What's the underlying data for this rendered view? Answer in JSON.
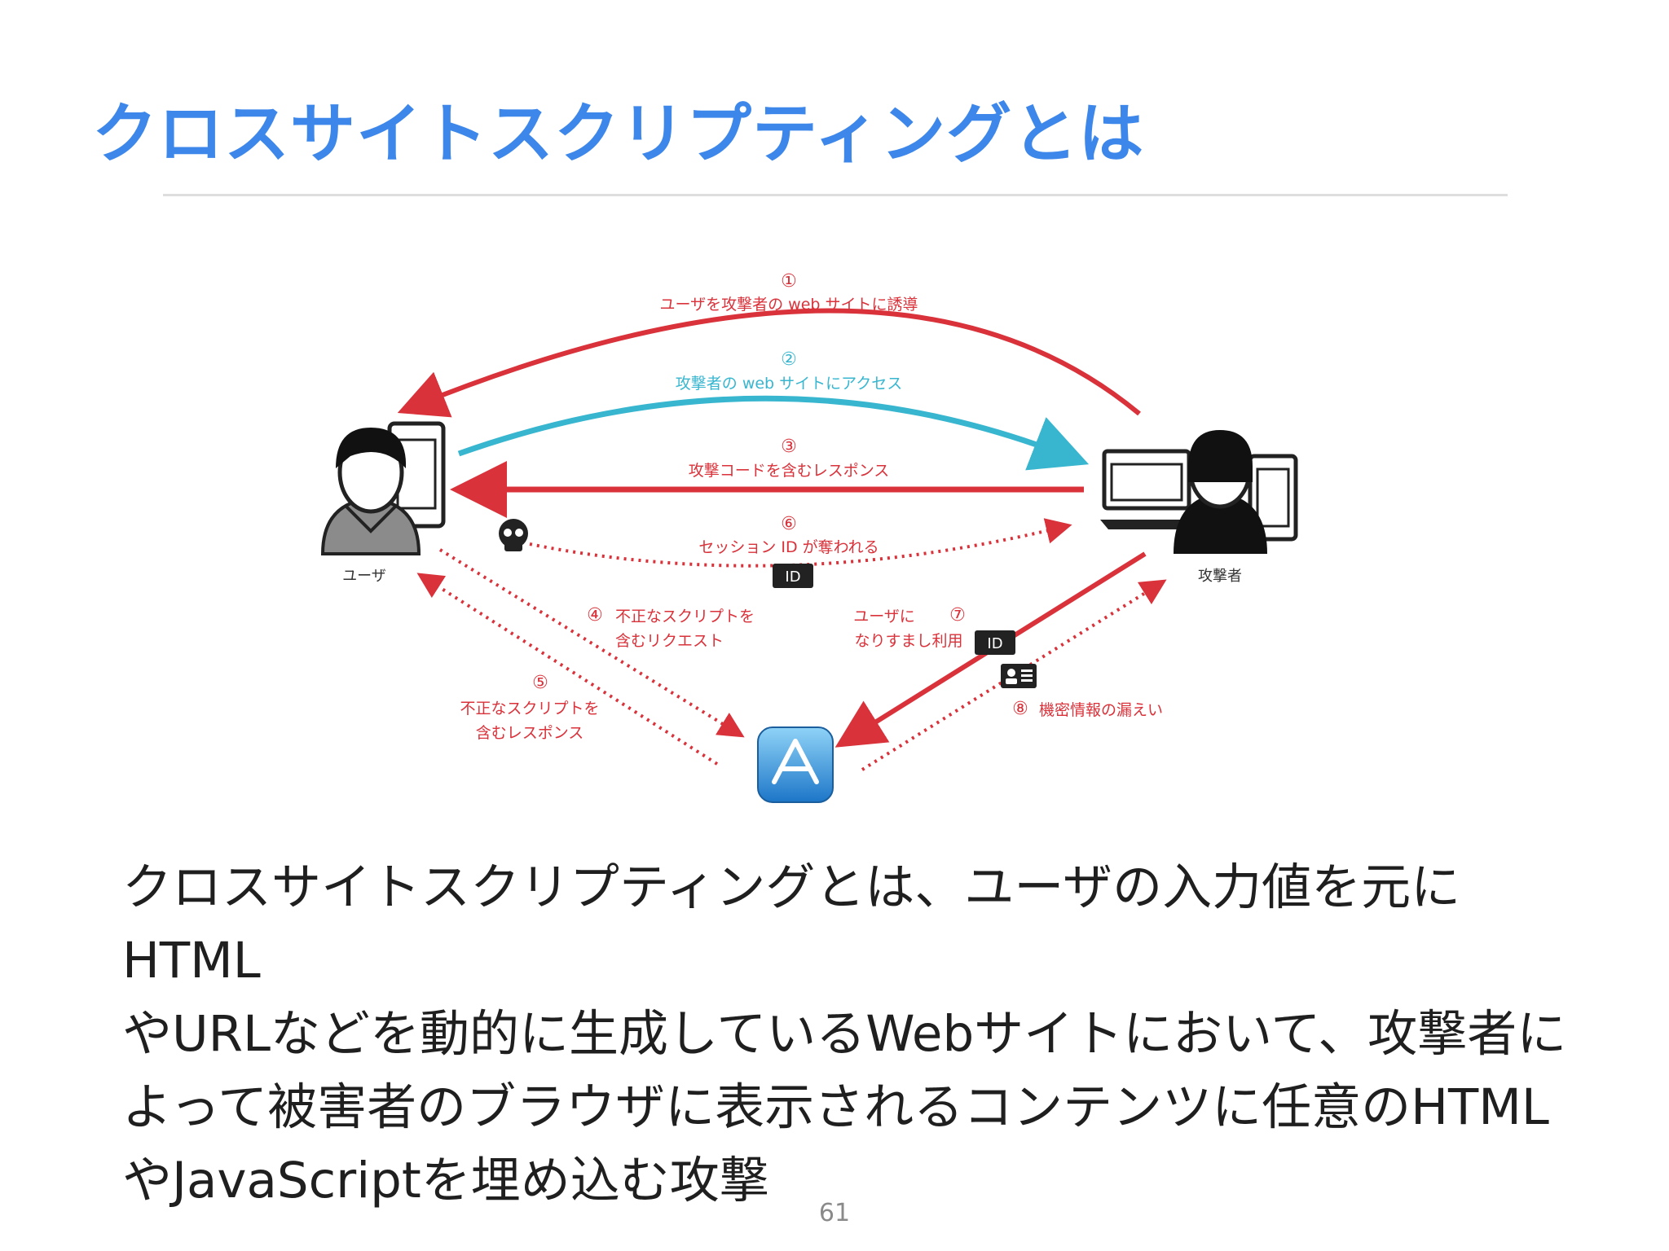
{
  "slide": {
    "title": "クロスサイトスクリプティングとは",
    "body_lines": [
      "クロスサイトスクリプティングとは、ユーザの入力値を元にHTML",
      "やURLなどを動的に生成しているWebサイトにおいて、攻撃者に",
      "よって被害者のブラウザに表示されるコンテンツに任意のHTML",
      "やJavaScriptを埋め込む攻撃"
    ],
    "page_number": "61"
  },
  "diagram": {
    "actors": {
      "user": "ユーザ",
      "attacker": "攻撃者"
    },
    "steps": [
      {
        "num": "①",
        "label": "ユーザを攻撃者の web サイトに誘導"
      },
      {
        "num": "②",
        "label": "攻撃者の web サイトにアクセス"
      },
      {
        "num": "③",
        "label": "攻撃コードを含むレスポンス"
      },
      {
        "num": "④",
        "label_lines": [
          "不正なスクリプトを",
          "含むリクエスト"
        ]
      },
      {
        "num": "⑤",
        "label_lines": [
          "不正なスクリプトを",
          "含むレスポンス"
        ]
      },
      {
        "num": "⑥",
        "label": "セッション ID が奪われる"
      },
      {
        "num": "⑦",
        "label_lines": [
          "ユーザに",
          "なりすまし利用"
        ]
      },
      {
        "num": "⑧",
        "label": "機密情報の漏えい"
      }
    ],
    "id_badge": "ID",
    "colors": {
      "red": "#d9323a",
      "cyan": "#38b6cf",
      "title": "#3d87ea"
    }
  }
}
